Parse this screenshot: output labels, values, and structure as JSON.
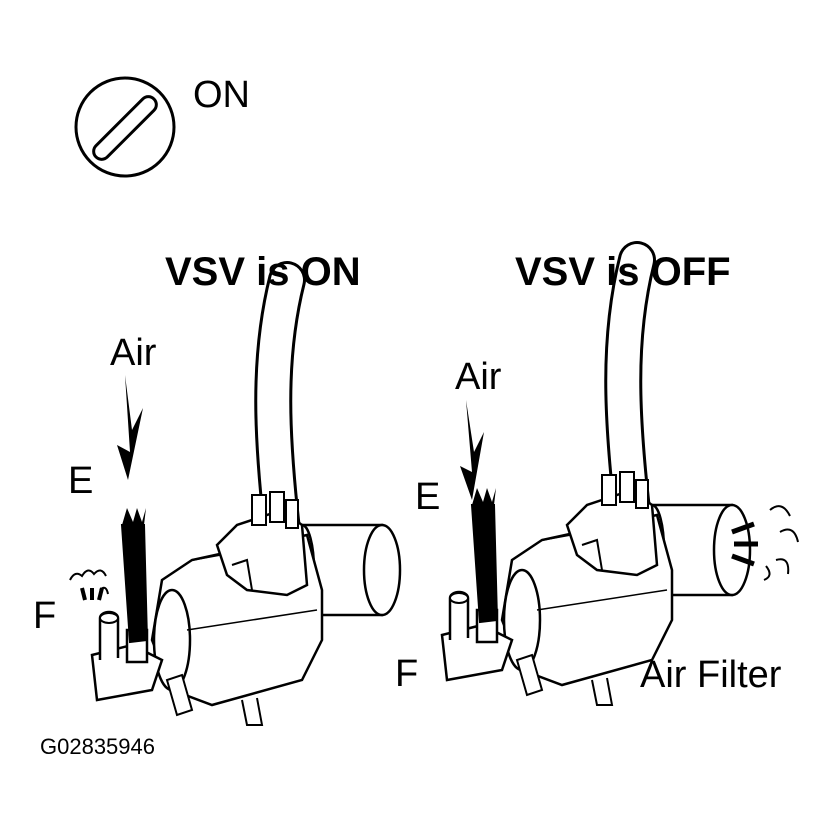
{
  "ignition": {
    "label": "ON"
  },
  "left_panel": {
    "title": "VSV is ON",
    "air": "Air",
    "port_e": "E",
    "port_f": "F"
  },
  "right_panel": {
    "title": "VSV is OFF",
    "air": "Air",
    "port_e": "E",
    "port_f": "F",
    "filter": "Air Filter"
  },
  "figure_code": "G02835946",
  "colors": {
    "ink": "#000000",
    "paper": "#ffffff"
  }
}
